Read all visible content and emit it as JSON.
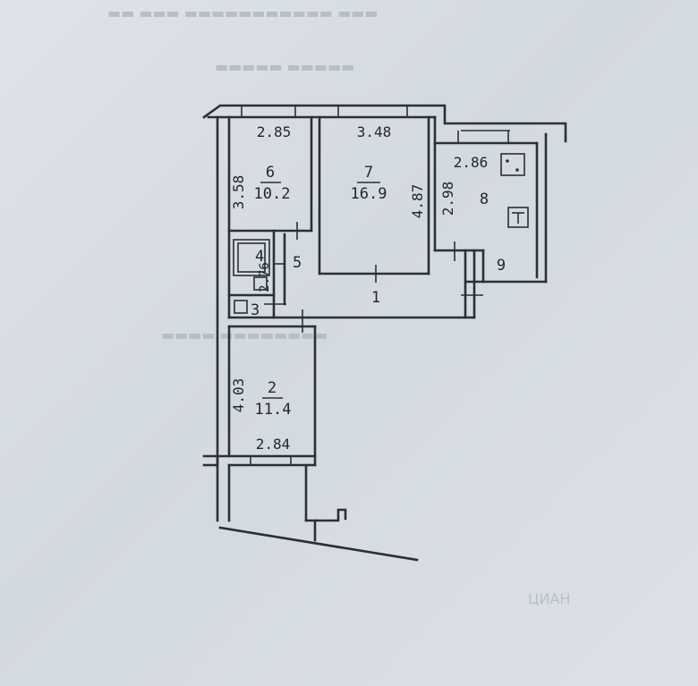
{
  "rooms": [
    {
      "number": "1"
    },
    {
      "number": "2",
      "area": "11.4"
    },
    {
      "number": "3"
    },
    {
      "number": "4"
    },
    {
      "number": "5"
    },
    {
      "number": "6",
      "area": "10.2"
    },
    {
      "number": "7",
      "area": "16.9"
    },
    {
      "number": "8"
    },
    {
      "number": "9"
    }
  ],
  "dimensions": {
    "room6_width": "2.85",
    "room6_depth": "3.58",
    "room7_width": "3.48",
    "room7_depth": "4.87",
    "room8_width": "2.86",
    "room8_depth": "2.98",
    "hall_depth": "2.76",
    "room2_width": "2.84",
    "room2_depth": "4.03"
  },
  "watermark": "ЦИАН"
}
